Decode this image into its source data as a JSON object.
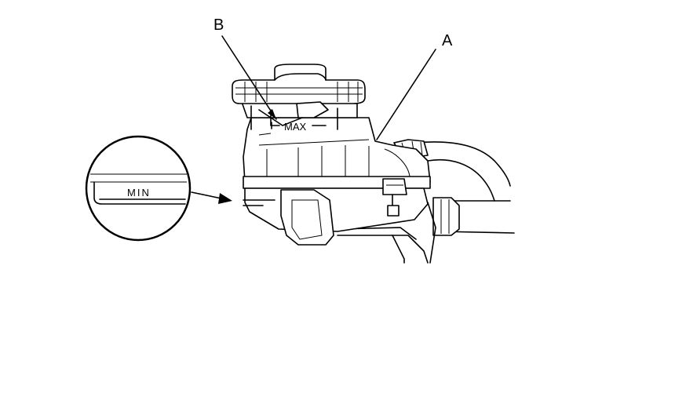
{
  "callouts": {
    "a": "A",
    "b": "B"
  },
  "markings": {
    "max": "MAX",
    "min": "MIN"
  },
  "colors": {
    "line": "#000000",
    "background": "#ffffff"
  }
}
